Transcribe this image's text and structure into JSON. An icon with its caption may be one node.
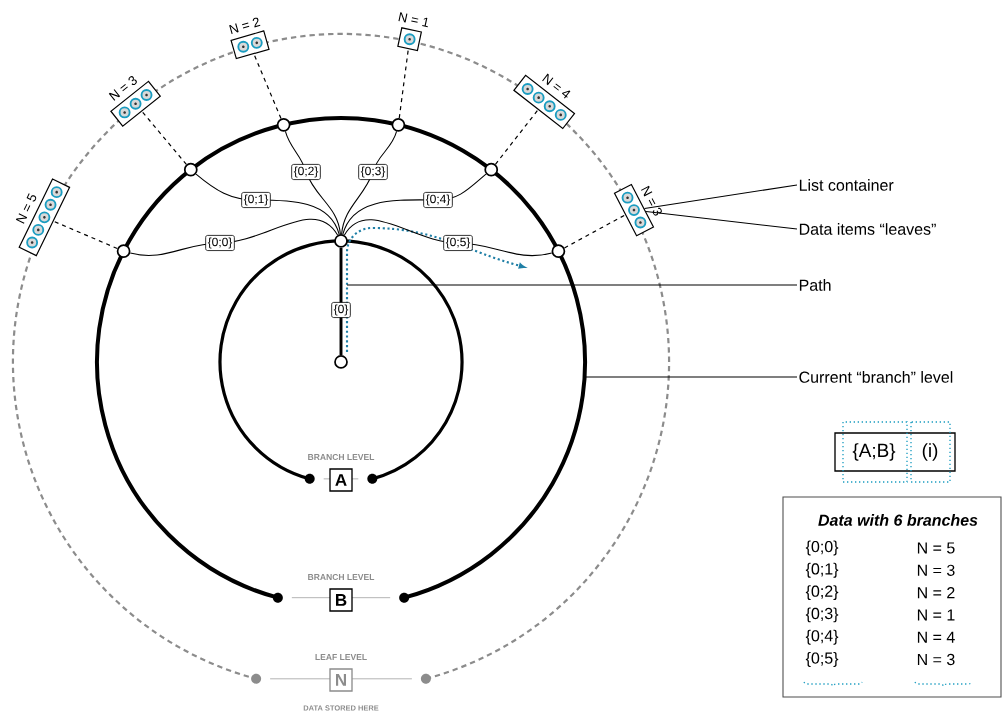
{
  "diagram": {
    "nodes": [
      {
        "text": [],
        "shape": "circle"
      },
      {
        "text": [],
        "shape": "circle"
      },
      {
        "text": [],
        "shape": "circle"
      },
      {
        "text": [],
        "shape": "circle"
      },
      {
        "text": [],
        "shape": "circle"
      },
      {
        "text": [],
        "shape": "circle"
      },
      {
        "text": [],
        "shape": "circle"
      },
      {
        "text": [],
        "shape": "circle"
      },
      {
        "text": [
          "N = 5"
        ]
      },
      {
        "text": [
          "N = 3"
        ]
      },
      {
        "text": [
          "N = 2"
        ]
      },
      {
        "text": [
          "N = 1"
        ]
      },
      {
        "text": [
          "N = 4"
        ]
      },
      {
        "text": [
          "N = 3"
        ]
      },
      {
        "text": [
          "BRANCH LEVEL",
          "A"
        ]
      },
      {
        "text": [
          "BRANCH LEVEL",
          "B"
        ]
      },
      {
        "text": [
          "LEAF LEVEL",
          "N"
        ],
        "beside": [
          "DATA STORED HERE"
        ]
      },
      {
        "text": [
          "List container"
        ]
      },
      {
        "text": [
          "Data items “leaves”"
        ]
      },
      {
        "text": [
          "Path"
        ]
      },
      {
        "text": [
          "Current “branch” level"
        ]
      },
      {
        "text": [
          "{A;B}",
          "(i)"
        ]
      },
      {
        "text": [
          "Data  with 6 branches",
          "{0;0}",
          "N = 5",
          "{0;1}",
          "N = 3",
          "{0;2}",
          "N = 2",
          "{0;3}",
          "N = 1",
          "{0;4}",
          "N = 4",
          "{0;5}",
          "N = 3"
        ]
      }
    ],
    "edges": [
      {
        "from": 0,
        "to": 1,
        "arrow": "none",
        "label": "{0}",
        "style": "thick"
      },
      {
        "from": 1,
        "to": 2,
        "arrow": "none",
        "label": "{0;0}"
      },
      {
        "from": 1,
        "to": 3,
        "arrow": "none",
        "label": "{0;1}"
      },
      {
        "from": 1,
        "to": 4,
        "arrow": "none",
        "label": "{0;2}"
      },
      {
        "from": 1,
        "to": 5,
        "arrow": "none",
        "label": "{0;3}"
      },
      {
        "from": 1,
        "to": 6,
        "arrow": "none",
        "label": "{0;4}"
      },
      {
        "from": 1,
        "to": 7,
        "arrow": "none",
        "label": "{0;5}"
      },
      {
        "from": 2,
        "to": 8,
        "arrow": "none",
        "style": "dashed"
      },
      {
        "from": 3,
        "to": 9,
        "arrow": "none",
        "style": "dashed"
      },
      {
        "from": 4,
        "to": 10,
        "arrow": "none",
        "style": "dashed"
      },
      {
        "from": 5,
        "to": 11,
        "arrow": "none",
        "style": "dashed"
      },
      {
        "from": 6,
        "to": 12,
        "arrow": "none",
        "style": "dashed"
      },
      {
        "from": 7,
        "to": 13,
        "arrow": "none",
        "style": "dashed"
      },
      {
        "from": 17,
        "to": 13,
        "arrow": "none"
      },
      {
        "from": 18,
        "to": 13,
        "arrow": "none"
      },
      {
        "from": 19,
        "to": null,
        "arrow": "none"
      },
      {
        "from": 20,
        "to": null,
        "arrow": "none"
      }
    ]
  }
}
